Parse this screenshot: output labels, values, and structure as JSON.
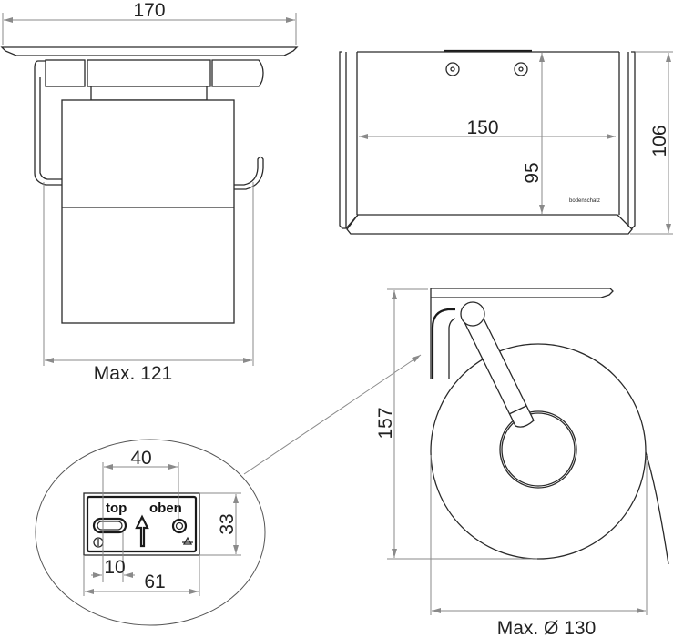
{
  "dimensions": {
    "front_width": "170",
    "front_max_width": "Max. 121",
    "plate_width": "150",
    "plate_inner_height": "95",
    "plate_height": "106",
    "side_height": "157",
    "roll_diameter": "Max. Ø 130",
    "mount_hole_spacing": "40",
    "mount_height": "33",
    "mount_slot": "10",
    "mount_width": "61"
  },
  "labels": {
    "brand": "bodenschatz",
    "mount_top": "top",
    "mount_oben": "oben"
  }
}
